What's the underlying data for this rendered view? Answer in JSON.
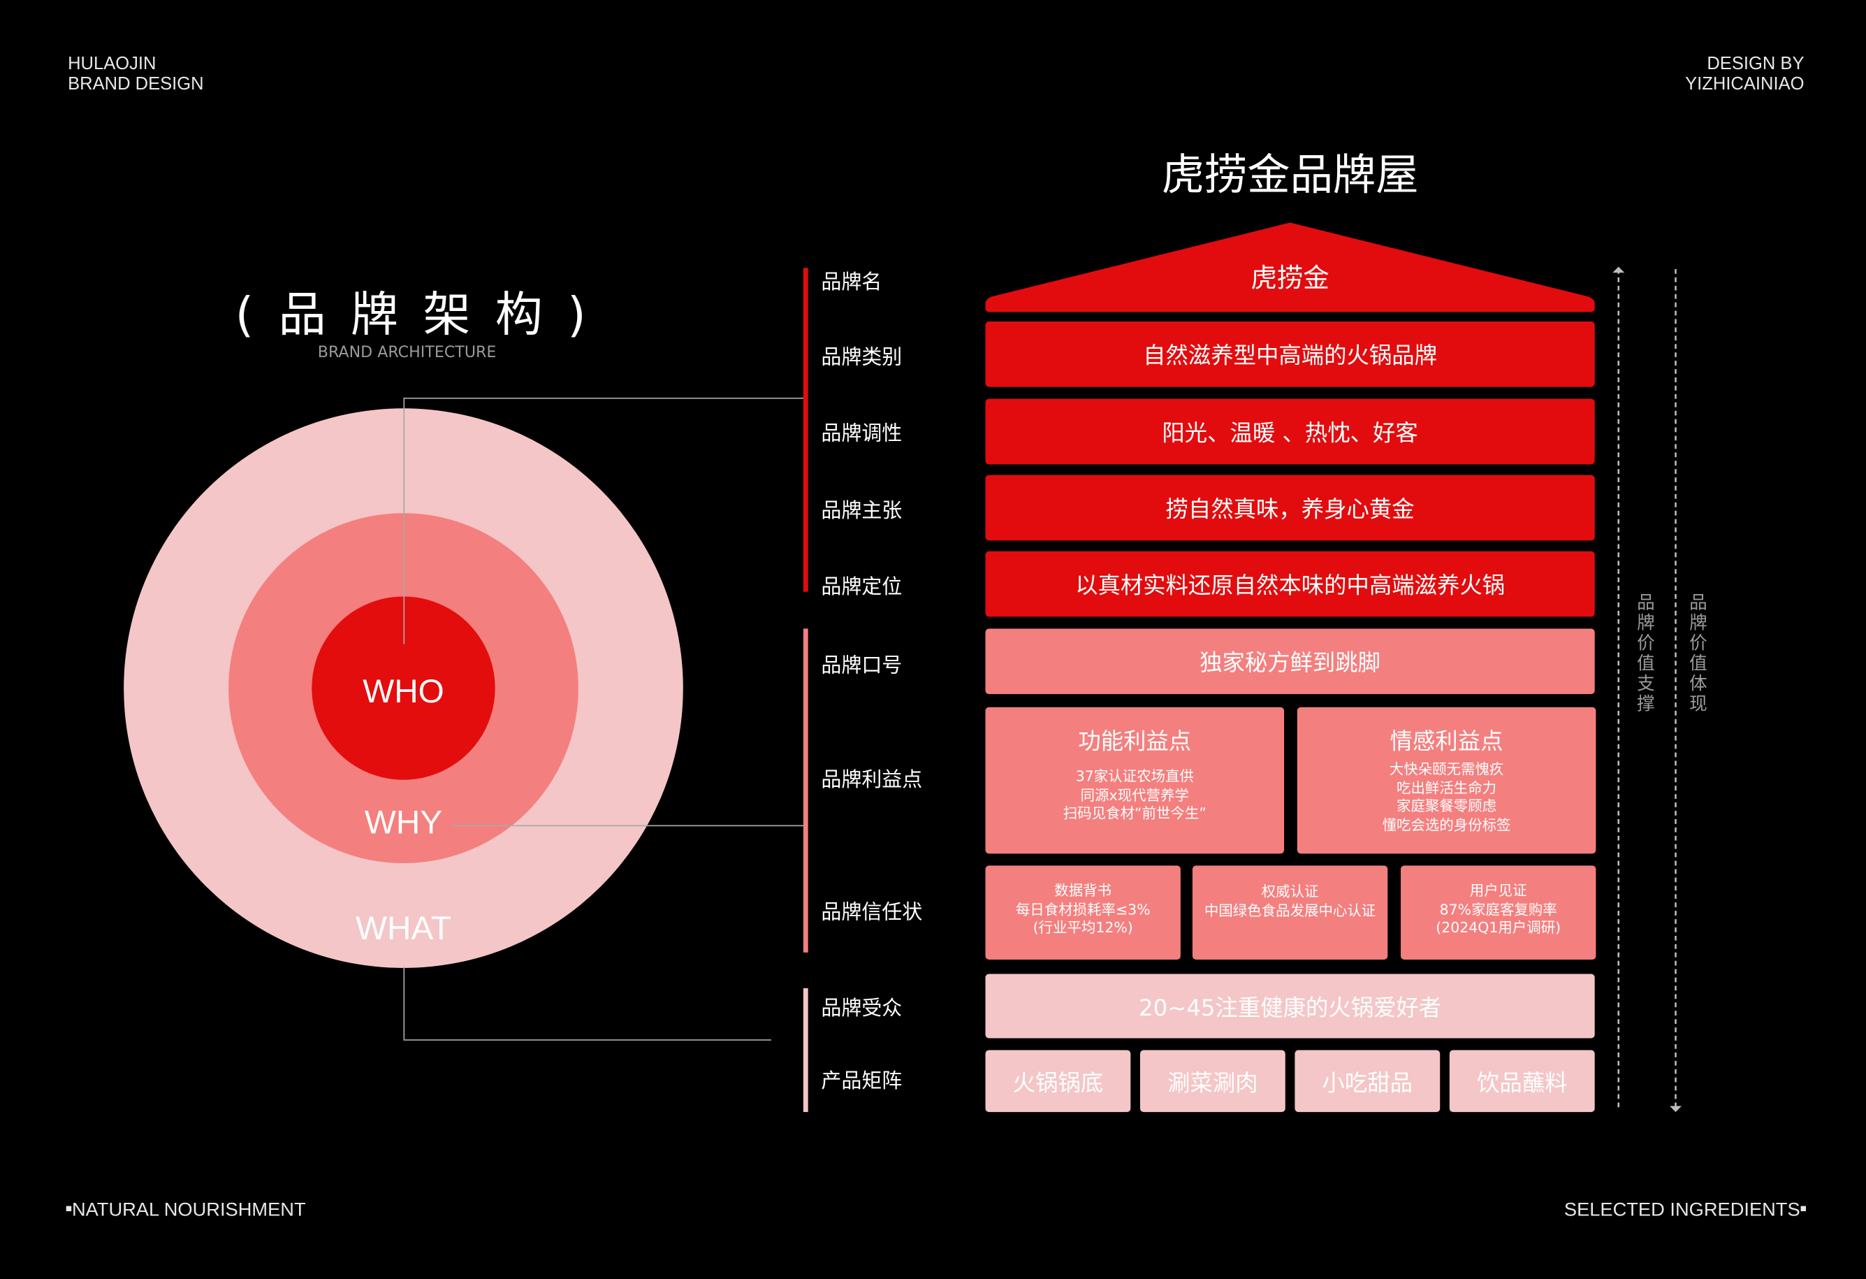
{
  "header": {
    "left_line1": "HULAOJIN",
    "left_line2": "BRAND DESIGN",
    "right_line1": "DESIGN BY",
    "right_line2": "YIZHICAINIAO"
  },
  "footer": {
    "left": "NATURAL NOURISHMENT",
    "right": "SELECTED INGREDIENTS"
  },
  "left_panel": {
    "title": "( 品 牌 架 构 )",
    "subtitle": "BRAND ARCHITECTURE",
    "rings": [
      "WHO",
      "WHY",
      "WHAT"
    ]
  },
  "house": {
    "title": "虎捞金品牌屋",
    "roof": "虎捞金",
    "rows": [
      "自然滋养型中高端的火锅品牌",
      "阳光、温暖 、热忱、好客",
      "捞自然真味，养身心黄金",
      "以真材实料还原自然本味的中高端滋养火锅",
      "独家秘方鲜到跳脚"
    ],
    "benefits": [
      {
        "title": "功能利益点",
        "lines": [
          "37家认证农场直供",
          "同源x现代营养学",
          "扫码见食材“前世今生”"
        ]
      },
      {
        "title": "情感利益点",
        "lines": [
          "大快朵颐无需愧疚",
          "吃出鲜活生命力",
          "家庭聚餐零顾虑",
          "懂吃会选的身份标签"
        ]
      }
    ],
    "trust": [
      {
        "lines": [
          "数据背书",
          "每日食材损耗率≤3%",
          "(行业平均12%)"
        ]
      },
      {
        "lines": [
          "权威认证",
          "中国绿色食品发展中心认证"
        ]
      },
      {
        "lines": [
          "用户见证",
          "87%家庭客复购率",
          "(2024Q1用户调研)"
        ]
      }
    ],
    "audience": "20~45注重健康的火锅爱好者",
    "products": [
      "火锅锅底",
      "涮菜涮肉",
      "小吃甜品",
      "饮品蘸料"
    ]
  },
  "labels": [
    "品牌名",
    "品牌类别",
    "品牌调性",
    "品牌主张",
    "品牌定位",
    "品牌口号",
    "品牌利益点",
    "品牌信任状",
    "品牌受众",
    "产品矩阵"
  ],
  "side": {
    "support": "品牌价值支撑",
    "expression": "品牌价值体现"
  },
  "colors": {
    "red": "#e20c0e",
    "pink": "#f47f7f",
    "light": "#f4c6c7"
  }
}
